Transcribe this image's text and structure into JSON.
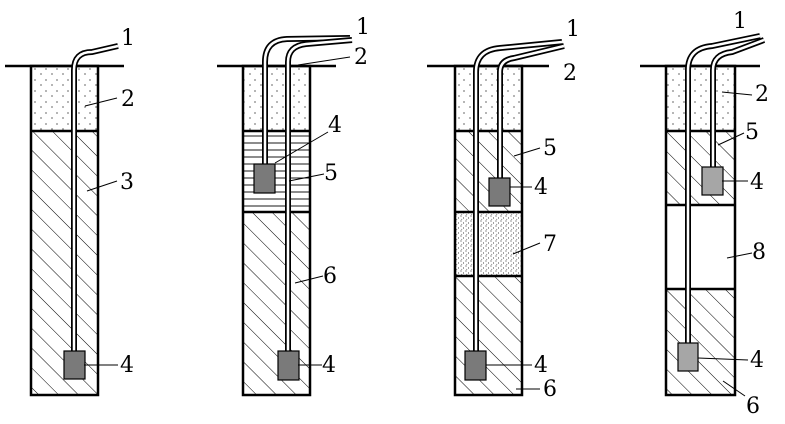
{
  "labels": {
    "w1": [
      "1",
      "2",
      "3",
      "4"
    ],
    "w2": [
      "1",
      "2",
      "4",
      "5",
      "6",
      "4"
    ],
    "w3": [
      "1",
      "2",
      "5",
      "4",
      "7",
      "4",
      "6"
    ],
    "w4": [
      "1",
      "2",
      "5",
      "4",
      "8",
      "4",
      "6"
    ]
  },
  "colors": {
    "line": "#000000",
    "sensor": "#7a7a7a",
    "sensor_light": "#a6a6a6",
    "background": "#ffffff"
  }
}
